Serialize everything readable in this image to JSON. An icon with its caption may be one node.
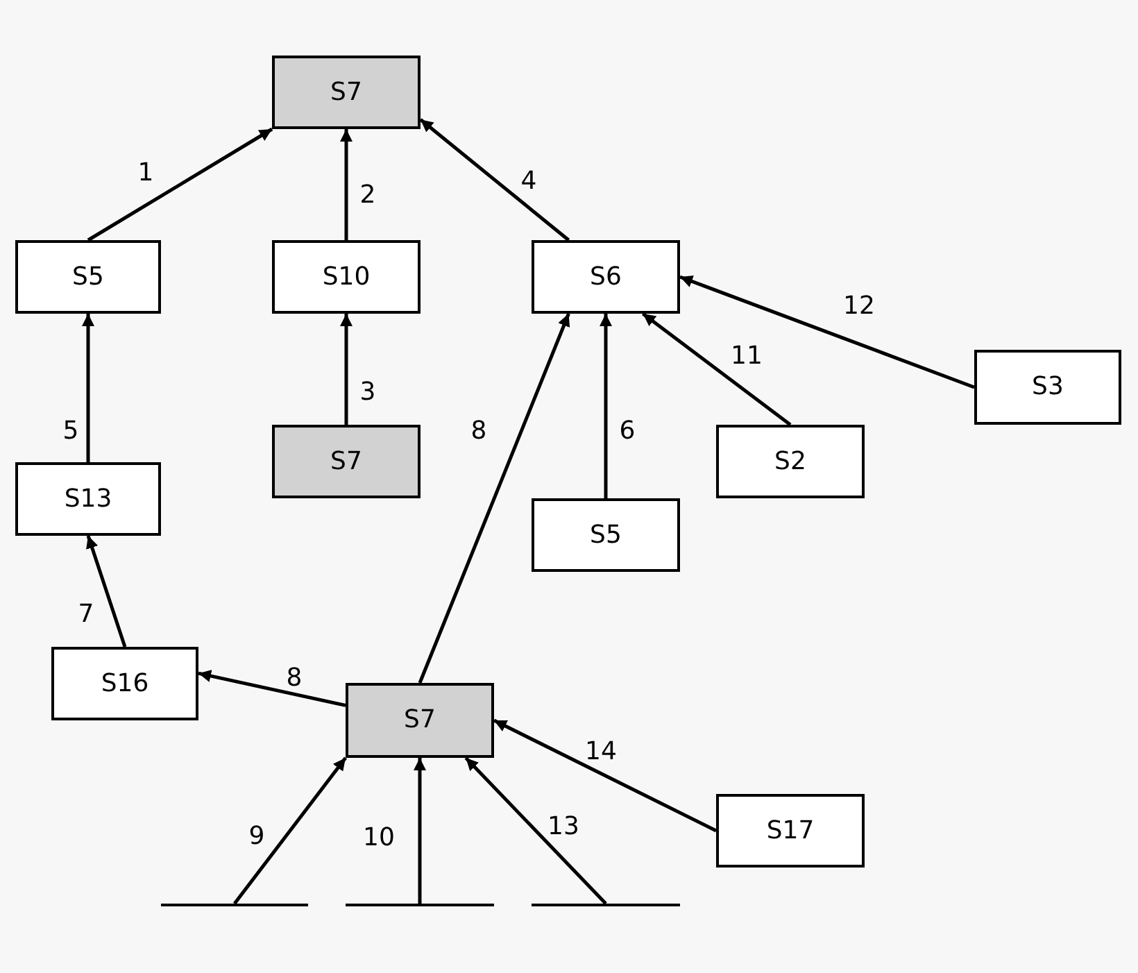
{
  "diagram": {
    "nodes": [
      {
        "text": [
          "S7"
        ]
      },
      {
        "text": [
          "S5"
        ]
      },
      {
        "text": [
          "S10"
        ]
      },
      {
        "text": [
          "S6"
        ]
      },
      {
        "text": [
          "S7"
        ]
      },
      {
        "text": [
          "S3"
        ]
      },
      {
        "text": [
          "S2"
        ]
      },
      {
        "text": [
          "S13"
        ]
      },
      {
        "text": [
          "S5"
        ]
      },
      {
        "text": [
          "S16"
        ]
      },
      {
        "text": [
          "S7"
        ]
      },
      {
        "text": [
          "S17"
        ]
      },
      {
        "text": [],
        "shape": "bar"
      },
      {
        "text": [],
        "shape": "bar"
      },
      {
        "text": [],
        "shape": "bar"
      }
    ],
    "edges": [
      {
        "from": 1,
        "to": 0,
        "arrow": "to",
        "label": "1"
      },
      {
        "from": 2,
        "to": 0,
        "arrow": "to",
        "label": "2"
      },
      {
        "from": 3,
        "to": 0,
        "arrow": "to",
        "label": "4"
      },
      {
        "from": 4,
        "to": 2,
        "arrow": "to",
        "label": "3"
      },
      {
        "from": 7,
        "to": 1,
        "arrow": "to",
        "label": "5"
      },
      {
        "from": 8,
        "to": 3,
        "arrow": "to",
        "label": "6"
      },
      {
        "from": 6,
        "to": 3,
        "arrow": "to",
        "label": "11"
      },
      {
        "from": 5,
        "to": 3,
        "arrow": "to",
        "label": "12"
      },
      {
        "from": 10,
        "to": 3,
        "arrow": "to",
        "label": "8"
      },
      {
        "from": 9,
        "to": 7,
        "arrow": "to",
        "label": "7"
      },
      {
        "from": 10,
        "to": 9,
        "arrow": "to",
        "label": "8"
      },
      {
        "from": 12,
        "to": 10,
        "arrow": "to",
        "label": "9"
      },
      {
        "from": 13,
        "to": 10,
        "arrow": "to",
        "label": "10"
      },
      {
        "from": 14,
        "to": 10,
        "arrow": "to",
        "label": "13"
      },
      {
        "from": 11,
        "to": 10,
        "arrow": "to",
        "label": "14"
      }
    ]
  }
}
